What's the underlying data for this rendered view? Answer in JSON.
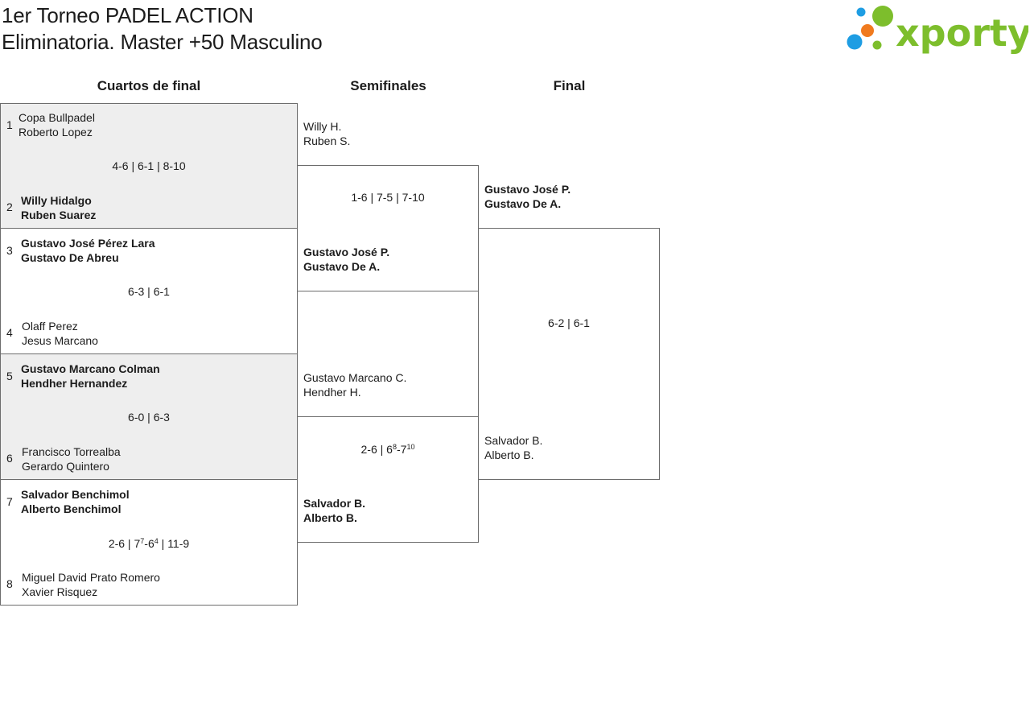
{
  "title": {
    "line1": "1er Torneo PADEL ACTION",
    "line2": "Eliminatoria. Master +50 Masculino"
  },
  "logo": {
    "text": "xporty",
    "colors": {
      "green": "#7dbe2c",
      "orange": "#f07a1e",
      "blue": "#1e9de3"
    }
  },
  "rounds": {
    "quarterfinals": "Cuartos de final",
    "semifinals": "Semifinales",
    "final": "Final"
  },
  "quarterfinals": [
    {
      "top": {
        "seed": "1",
        "p1": "Copa Bullpadel",
        "p2": "Roberto Lopez"
      },
      "bottom": {
        "seed": "2",
        "p1": "Willy Hidalgo",
        "p2": "Ruben Suarez"
      },
      "score": {
        "s1": "4-6",
        "s2": "6-1",
        "s3": "8-10"
      }
    },
    {
      "top": {
        "seed": "3",
        "p1": "Gustavo José Pérez Lara",
        "p2": "Gustavo De Abreu"
      },
      "bottom": {
        "seed": "4",
        "p1": "Olaff Perez",
        "p2": "Jesus Marcano"
      },
      "score": {
        "s1": "6-3",
        "s2": "6-1"
      }
    },
    {
      "top": {
        "seed": "5",
        "p1": "Gustavo Marcano Colman",
        "p2": "Hendher Hernandez"
      },
      "bottom": {
        "seed": "6",
        "p1": "Francisco Torrealba",
        "p2": "Gerardo Quintero"
      },
      "score": {
        "s1": "6-0",
        "s2": "6-3"
      }
    },
    {
      "top": {
        "seed": "7",
        "p1": "Salvador Benchimol",
        "p2": "Alberto Benchimol"
      },
      "bottom": {
        "seed": "8",
        "p1": "Miguel David Prato Romero",
        "p2": "Xavier Risquez"
      },
      "score": {
        "s1": "2-6",
        "s2a": "7",
        "s2a_tb": "7",
        "s2b": "6",
        "s2b_tb": "4",
        "s3": "11-9"
      }
    }
  ],
  "semifinals": [
    {
      "top": {
        "p1": "Willy H.",
        "p2": "Ruben S."
      },
      "bottom": {
        "p1": "Gustavo José P.",
        "p2": "Gustavo De A."
      },
      "score": {
        "s1": "1-6",
        "s2": "7-5",
        "s3": "7-10"
      }
    },
    {
      "top": {
        "p1": "Gustavo Marcano C.",
        "p2": "Hendher H."
      },
      "bottom": {
        "p1": "Salvador B.",
        "p2": "Alberto B."
      },
      "score": {
        "s1": "2-6",
        "s2a": "6",
        "s2a_tb": "8",
        "s2b": "7",
        "s2b_tb": "10"
      }
    }
  ],
  "final": {
    "top": {
      "p1": "Gustavo José P.",
      "p2": "Gustavo De A."
    },
    "bottom": {
      "p1": "Salvador B.",
      "p2": "Alberto B."
    },
    "score": {
      "s1": "6-2",
      "s2": "6-1"
    }
  }
}
